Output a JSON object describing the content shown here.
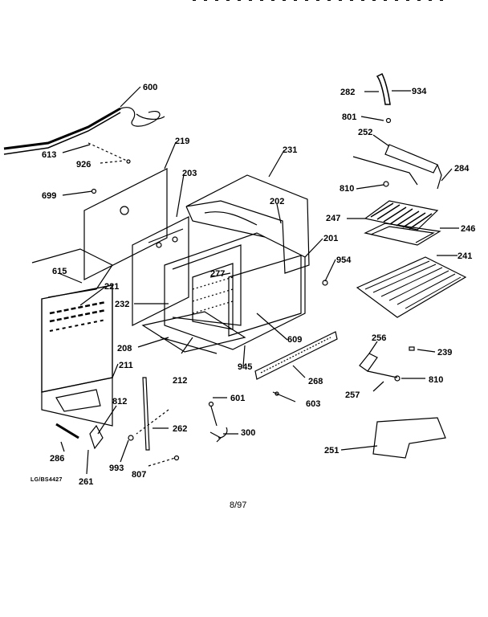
{
  "diagram": {
    "date_code": "8/97",
    "stamp_text": "LG/BS4427",
    "callouts": [
      "600",
      "282",
      "934",
      "801",
      "252",
      "613",
      "926",
      "219",
      "203",
      "231",
      "284",
      "810",
      "699",
      "202",
      "247",
      "246",
      "201",
      "954",
      "241",
      "615",
      "277",
      "221",
      "232",
      "609",
      "208",
      "256",
      "239",
      "211",
      "212",
      "945",
      "268",
      "810",
      "812",
      "601",
      "257",
      "603",
      "262",
      "300",
      "286",
      "993",
      "261",
      "807",
      "251"
    ]
  }
}
